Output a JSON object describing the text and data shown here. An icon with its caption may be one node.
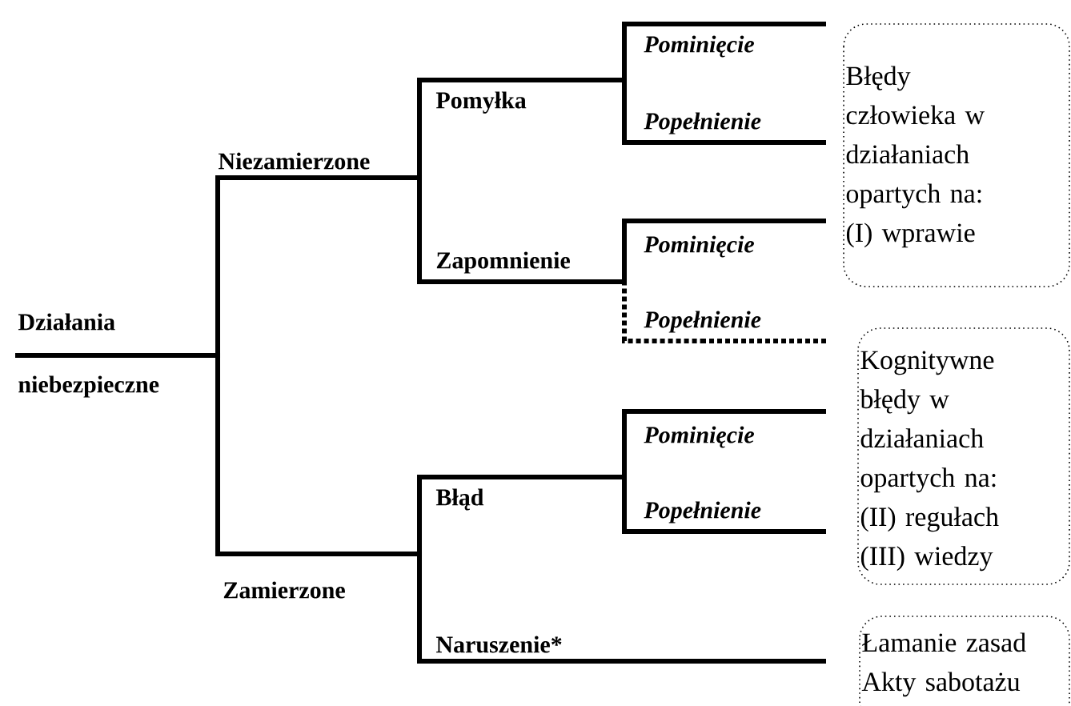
{
  "diagram": {
    "nodes": [
      {
        "text": [
          "Działania niebezpieczne"
        ]
      },
      {
        "text": [
          "Niezamierzone"
        ]
      },
      {
        "text": [
          "Zamierzone"
        ]
      },
      {
        "text": [
          "Pomyłka"
        ]
      },
      {
        "text": [
          "Zapomnienie"
        ]
      },
      {
        "text": [
          "Błąd"
        ]
      },
      {
        "text": [
          "Naruszenie*"
        ]
      },
      {
        "text": [
          "Pominięcie"
        ]
      },
      {
        "text": [
          "Popełnienie"
        ]
      },
      {
        "text": [
          "Pominięcie"
        ]
      },
      {
        "text": [
          "Popełnienie"
        ]
      },
      {
        "text": [
          "Pominięcie"
        ]
      },
      {
        "text": [
          "Popełnienie"
        ]
      },
      {
        "text": [
          "Błędy człowieka w działaniach opartych na: (I) wprawie"
        ]
      },
      {
        "text": [
          "Kognitywne błędy w działaniach opartych na: (II) regułach (III) wiedzy"
        ]
      },
      {
        "text": [
          "Łamanie zasad Akty sabotażu"
        ]
      }
    ],
    "edges": [
      {
        "from": 0,
        "to": 1,
        "arrow": "none"
      },
      {
        "from": 0,
        "to": 2,
        "arrow": "none"
      },
      {
        "from": 1,
        "to": 3,
        "arrow": "none"
      },
      {
        "from": 1,
        "to": 4,
        "arrow": "none"
      },
      {
        "from": 2,
        "to": 5,
        "arrow": "none"
      },
      {
        "from": 2,
        "to": 6,
        "arrow": "none"
      },
      {
        "from": 3,
        "to": 7,
        "arrow": "none"
      },
      {
        "from": 3,
        "to": 8,
        "arrow": "none"
      },
      {
        "from": 4,
        "to": 9,
        "arrow": "none"
      },
      {
        "from": 4,
        "to": 10,
        "arrow": "none",
        "style": "dashed"
      },
      {
        "from": 5,
        "to": 11,
        "arrow": "none"
      },
      {
        "from": 5,
        "to": 12,
        "arrow": "none"
      }
    ]
  }
}
